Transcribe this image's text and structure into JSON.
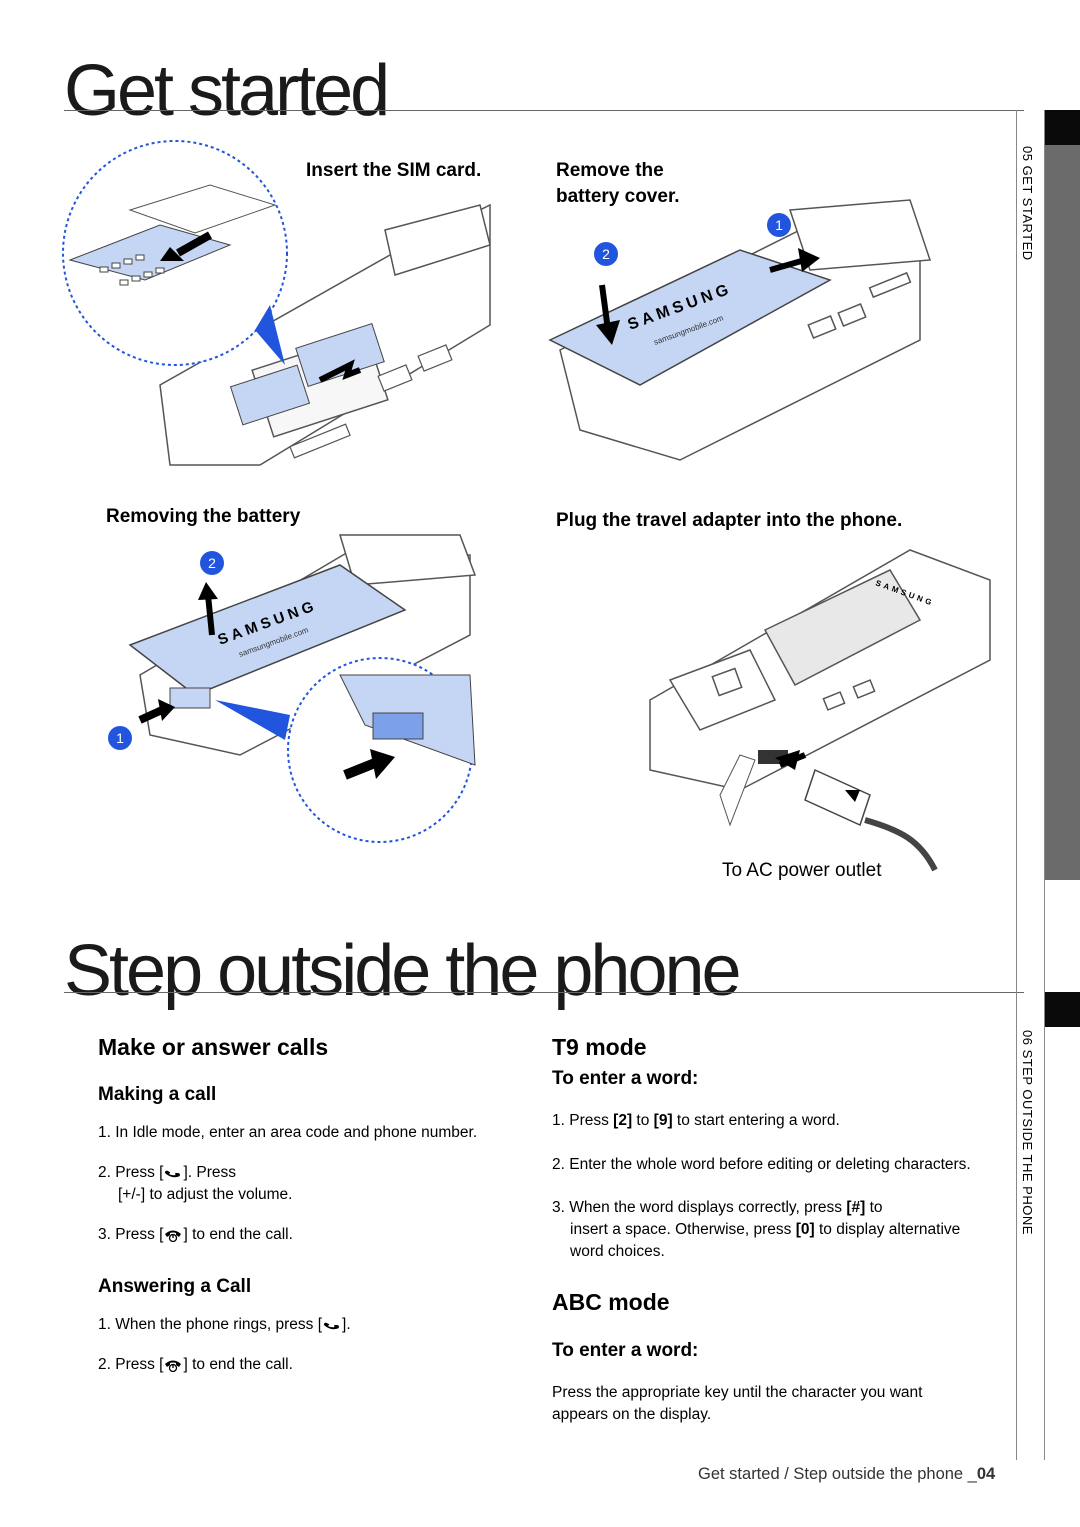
{
  "section1": {
    "title": "Get started",
    "side_tab": "05 GET STARTED"
  },
  "section2": {
    "title": "Step outside the phone",
    "side_tab": "06 STEP OUTSIDE THE PHONE"
  },
  "illustrations": {
    "sim": {
      "caption": "Insert the SIM card."
    },
    "cover": {
      "caption_line1": "Remove the",
      "caption_line2": "battery cover.",
      "step1": "1",
      "step2": "2"
    },
    "battery": {
      "caption": "Removing the battery",
      "step1": "1",
      "step2": "2"
    },
    "adapter": {
      "caption": "Plug the travel adapter into the phone.",
      "outlet_label": "To AC power outlet"
    },
    "brand_text": "SAMSUNG",
    "brand_url": "samsungmobile.com"
  },
  "calls": {
    "heading": "Make or answer calls",
    "making": {
      "heading": "Making a call",
      "step1": "1. In Idle mode, enter an area code and phone number.",
      "step2_a": "2. Press [",
      "step2_b": "]. Press",
      "step2_c": "[+/-] to adjust the volume.",
      "step3_a": "3. Press [",
      "step3_b": "] to end the call."
    },
    "answering": {
      "heading": "Answering a Call",
      "step1_a": "1. When the phone rings, press [",
      "step1_b": "].",
      "step2_a": "2. Press [",
      "step2_b": "] to end the call."
    }
  },
  "t9": {
    "heading": "T9 mode",
    "subheading": "To enter a word:",
    "step1_a": "1. Press ",
    "step1_k1": "[2]",
    "step1_b": " to ",
    "step1_k2": "[9]",
    "step1_c": " to start entering a word.",
    "step2": "2. Enter the whole word before editing or deleting characters.",
    "step3_a": "3. When the word displays correctly, press ",
    "step3_k1": "[#]",
    "step3_b": " to",
    "step3_c": "insert a space. Otherwise, press ",
    "step3_k2": "[0]",
    "step3_d": " to display alternative",
    "step3_e": "word choices."
  },
  "abc": {
    "heading": "ABC mode",
    "subheading": "To enter a word:",
    "text_line1": "Press the appropriate key until the character you want",
    "text_line2": "appears on the display."
  },
  "footer": {
    "text": "Get started / Step outside the phone _",
    "page": "04"
  },
  "colors": {
    "battery_blue": "#c5d6f5",
    "accent_blue": "#2255dd",
    "sidebar_grey": "#6b6b6b"
  }
}
